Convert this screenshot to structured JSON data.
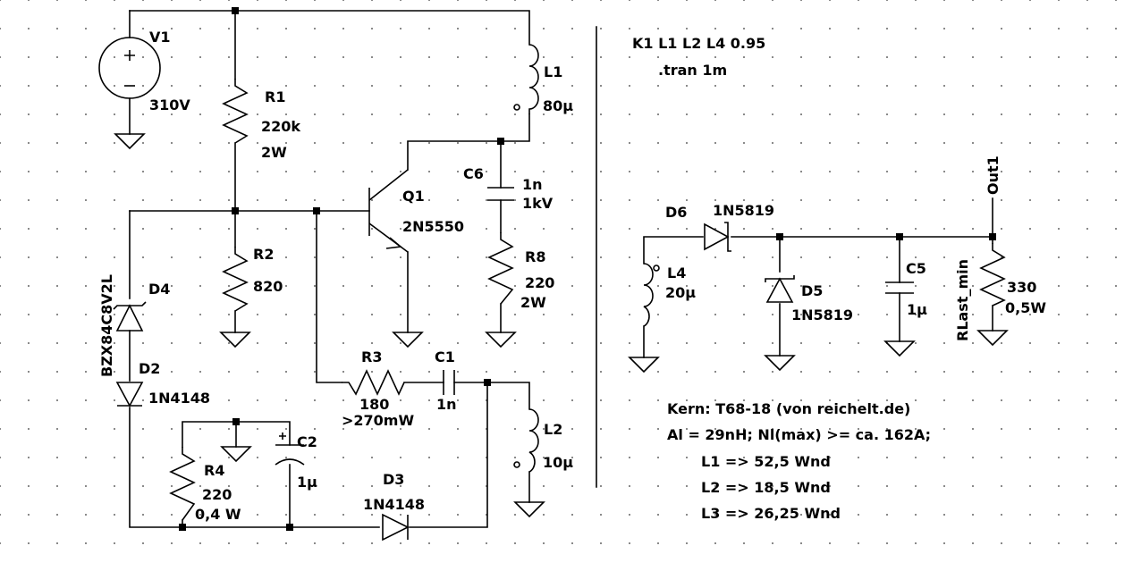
{
  "directives": {
    "coupling": "K1 L1 L2 L4 0.95",
    "tran": ".tran 1m"
  },
  "components": {
    "V1": {
      "name": "V1",
      "value": "310V"
    },
    "R1": {
      "name": "R1",
      "value": "220k",
      "power": "2W"
    },
    "R2": {
      "name": "R2",
      "value": "820"
    },
    "R3": {
      "name": "R3",
      "value": "180",
      "power": ">270mW"
    },
    "R4": {
      "name": "R4",
      "value": "220",
      "power": "0,4 W"
    },
    "R8": {
      "name": "R8",
      "value": "220",
      "power": "2W"
    },
    "RL": {
      "name": "RLast_min",
      "value": "330",
      "power": "0,5W"
    },
    "L1": {
      "name": "L1",
      "value": "80µ"
    },
    "L2": {
      "name": "L2",
      "value": "10µ"
    },
    "L4": {
      "name": "L4",
      "value": "20µ"
    },
    "C1": {
      "name": "C1",
      "value": "1n"
    },
    "C2": {
      "name": "C2",
      "value": "1µ"
    },
    "C5": {
      "name": "C5",
      "value": "1µ"
    },
    "C6": {
      "name": "C6",
      "value": "1n",
      "voltage": "1kV"
    },
    "Q1": {
      "name": "Q1",
      "value": "2N5550"
    },
    "D2": {
      "name": "D2",
      "value": "1N4148"
    },
    "D3": {
      "name": "D3",
      "value": "1N4148"
    },
    "D4": {
      "name": "D4",
      "value": "BZX84C8V2L"
    },
    "D5": {
      "name": "D5",
      "value": "1N5819"
    },
    "D6": {
      "name": "D6",
      "value": "1N5819"
    },
    "out": {
      "name": "Out1"
    }
  },
  "notes": [
    "Kern: T68-18 (von reichelt.de)",
    "Al = 29nH; Nl(max) >= ca. 162A;",
    "L1 => 52,5 Wnd",
    "L2 => 18,5 Wnd",
    "L3 => 26,25 Wnd"
  ]
}
